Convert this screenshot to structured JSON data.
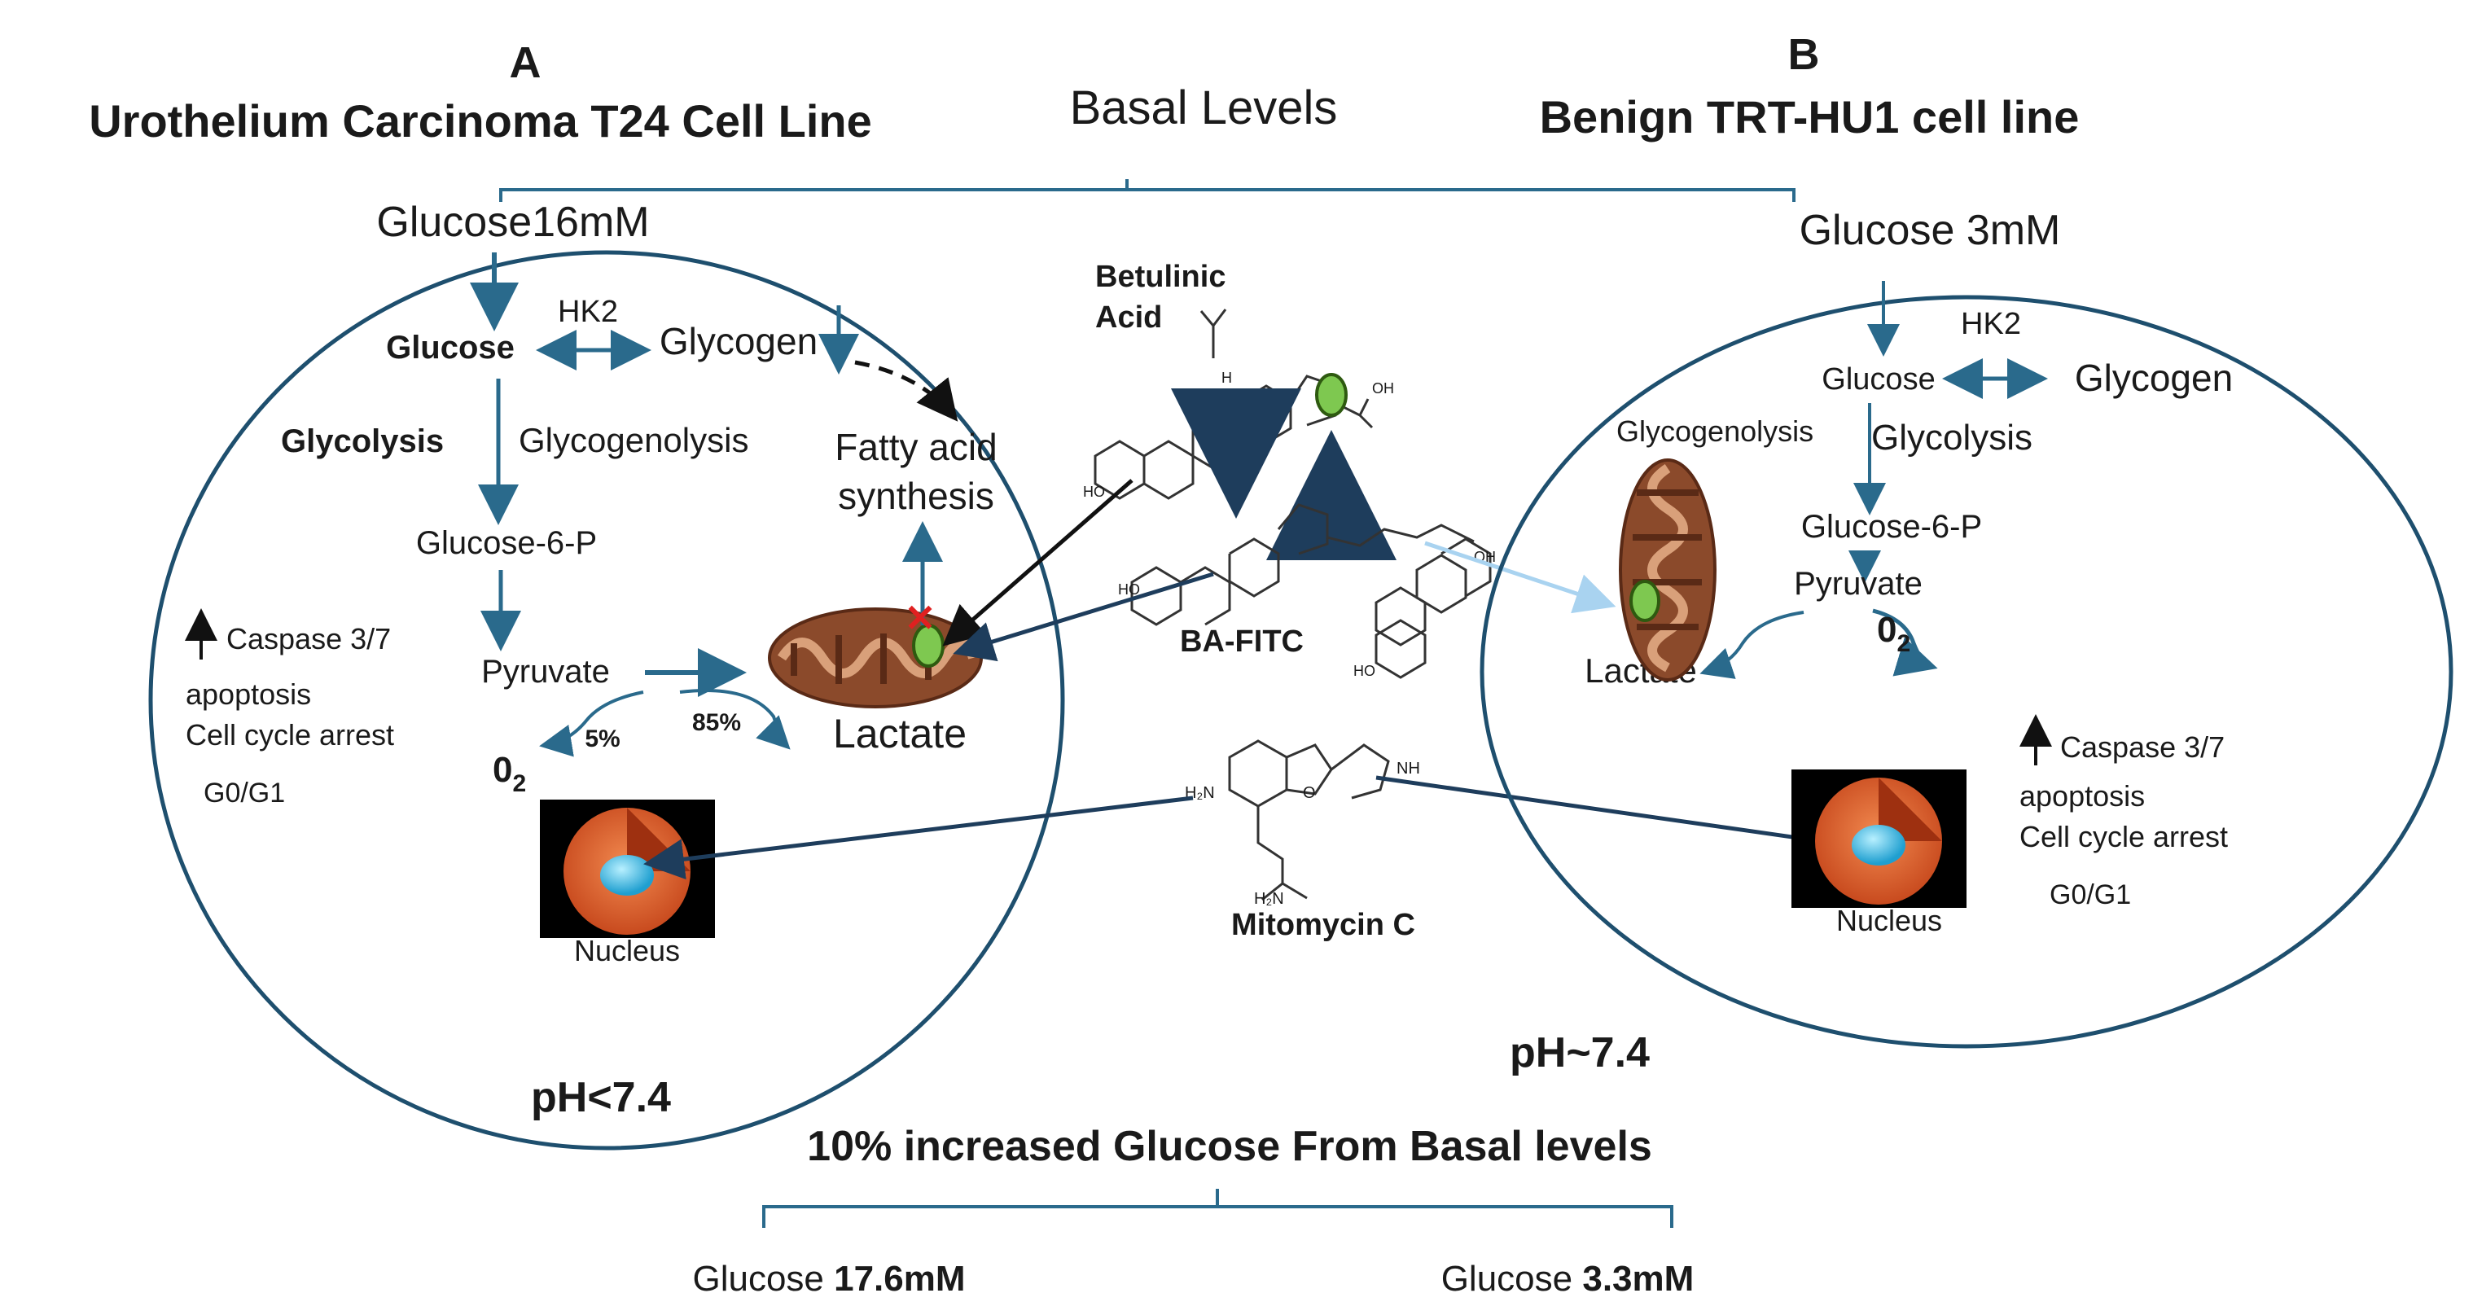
{
  "header": {
    "panel_a_letter": "A",
    "panel_a_title": "Urothelium Carcinoma T24 Cell Line",
    "center_title": "Basal Levels",
    "panel_b_letter": "B",
    "panel_b_title": "Benign TRT-HU1 cell line"
  },
  "cell_a": {
    "glucose_input": "Glucose16mM",
    "glucose": "Glucose",
    "hk2": "HK2",
    "glycogen": "Glycogen",
    "glycolysis": "Glycolysis",
    "glycogenolysis": "Glycogenolysis",
    "fatty_acid_line1": "Fatty acid",
    "fatty_acid_line2": "synthesis",
    "glucose6p": "Glucose-6-P",
    "pyruvate": "Pyruvate",
    "lactate": "Lactate",
    "pct_85": "85%",
    "pct_5": "5%",
    "o2_main": "0",
    "o2_sub": "2",
    "caspase": "Caspase 3/7",
    "apoptosis": "apoptosis",
    "cell_cycle": "Cell cycle arrest",
    "phase": "G0/G1",
    "nucleus": "Nucleus"
  },
  "center": {
    "betulinic_line1": "Betulinic",
    "betulinic_line2": "Acid",
    "ba_fitc": "BA-FITC",
    "mitomycin": "Mitomycin C",
    "atom_oh_1": "OH",
    "atom_ho_1": "HO",
    "atom_h": "H",
    "atom_ho_2": "HO",
    "atom_oh_2": "OH",
    "atom_ho_3": "HO",
    "atom_h2n": "H₂N",
    "atom_nh": "NH",
    "atom_h2n_2": "H₂N",
    "atom_o": "O"
  },
  "cell_b": {
    "glucose_input": "Glucose 3mM",
    "hk2": "HK2",
    "glucose": "Glucose",
    "glycogen": "Glycogen",
    "glycogenolysis": "Glycogenolysis",
    "glycolysis": "Glycolysis",
    "glucose6p": "Glucose-6-P",
    "pyruvate": "Pyruvate",
    "o2_main": "0",
    "o2_sub": "2",
    "lactate": "Lactate",
    "caspase": "Caspase 3/7",
    "apoptosis": "apoptosis",
    "cell_cycle": "Cell cycle arrest",
    "phase": "G0/G1",
    "nucleus": "Nucleus"
  },
  "footer": {
    "ph_a": "pH<7.4",
    "ph_b": "pH~7.4",
    "increase_title": "10% increased Glucose From Basal  levels",
    "glucose_a_prefix": "Glucose ",
    "glucose_a_value": "17.6mM",
    "glucose_b_prefix": "Glucose ",
    "glucose_b_value": "3.3mM"
  },
  "colors": {
    "flow_arrow": "#2a6a8c",
    "cell_outline": "#1e4f6e",
    "drug_arrow": "#1a1a1a",
    "mito_body": "#8b4a2b",
    "mito_light": "#c98a63",
    "fitc_green": "#7ec850",
    "inhibit_x": "#e02020",
    "nucleus_dot": "#37b8e0",
    "nucleus_shell": "#e0602a"
  }
}
